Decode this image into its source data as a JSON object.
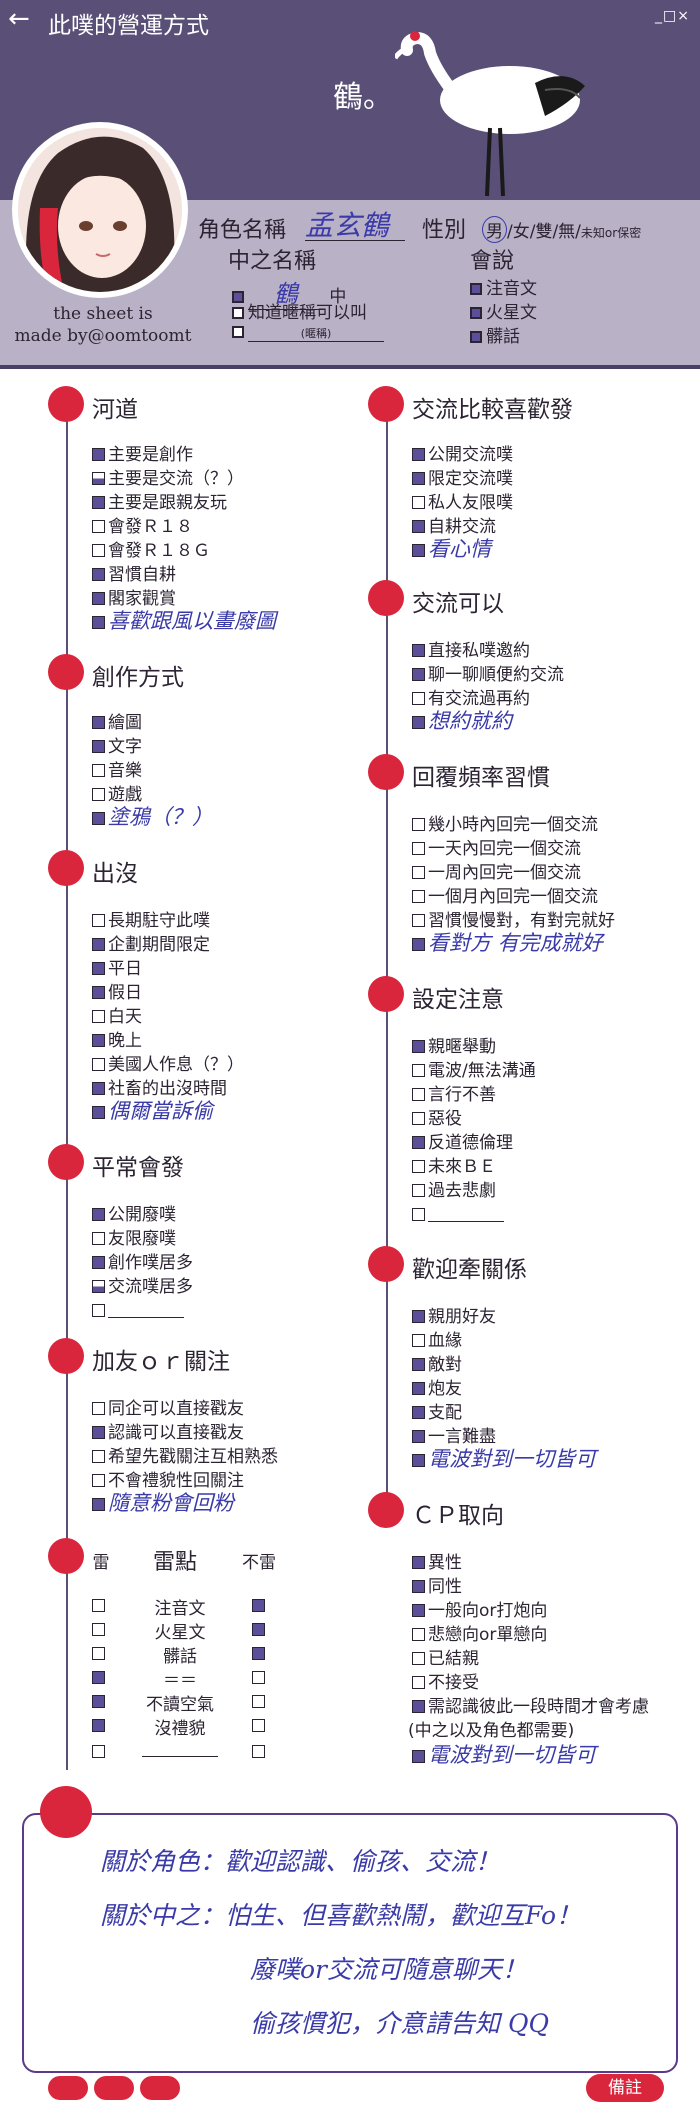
{
  "header": {
    "title": "此噗的營運方式",
    "window_controls": "_□×",
    "crane_label": "鶴。",
    "credit_line1": "the sheet is",
    "credit_line2": "made by@oomtoomt"
  },
  "profile": {
    "role_name_label": "角色名稱",
    "role_name_value": "孟玄鶴",
    "gender_label": "性別",
    "gender_options": [
      "男",
      "/女/雙/無/"
    ],
    "gender_unknown": "未知or保密",
    "chinese_name_label": "中之名稱",
    "cn_opt1_value": "鶴",
    "cn_opt1_suffix": "中",
    "cn_opt2": "知道暱稱可以叫",
    "cn_opt3_hint": "(暱稱)",
    "speak_label": "會說",
    "speak_options": [
      "注音文",
      "火星文",
      "髒話"
    ]
  },
  "left_sections": [
    {
      "title": "河道",
      "items": [
        "主要是創作",
        "主要是交流（？）",
        "主要是跟親友玩",
        "會發Ｒ１８",
        "會發Ｒ１８Ｇ",
        "習慣自耕",
        "閣家觀賞"
      ],
      "handwritten": "喜歡跟風以畫廢圖"
    },
    {
      "title": "創作方式",
      "items": [
        "繪圖",
        "文字",
        "音樂",
        "遊戲"
      ],
      "handwritten": "塗鴉（？）"
    },
    {
      "title": "出沒",
      "items": [
        "長期駐守此噗",
        "企劃期間限定",
        "平日",
        "假日",
        "白天",
        "晚上",
        "美國人作息（？）",
        "社畜的出沒時間"
      ],
      "handwritten": "偶爾當訴偷"
    },
    {
      "title": "平常會發",
      "items": [
        "公開廢噗",
        "友限廢噗",
        "創作噗居多",
        "交流噗居多"
      ]
    },
    {
      "title": "加友ｏｒ關注",
      "items": [
        "同企可以直接戳友",
        "認識可以直接戳友",
        "希望先戳關注互相熟悉",
        "不會禮貌性回關注"
      ],
      "handwritten": "隨意粉會回粉"
    }
  ],
  "thunder": {
    "col_left": "雷",
    "col_mid": "雷點",
    "col_right": "不雷",
    "rows": [
      "注音文",
      "火星文",
      "髒話",
      "＝＝",
      "不讀空氣",
      "沒禮貌"
    ]
  },
  "right_sections": [
    {
      "title": "交流比較喜歡發",
      "items": [
        "公開交流噗",
        "限定交流噗",
        "私人友限噗",
        "自耕交流"
      ],
      "handwritten": "看心情"
    },
    {
      "title": "交流可以",
      "items": [
        "直接私噗邀約",
        "聊一聊順便約交流",
        "有交流過再約"
      ],
      "handwritten": "想約就約"
    },
    {
      "title": "回覆頻率習慣",
      "items": [
        "幾小時內回完一個交流",
        "一天內回完一個交流",
        "一周內回完一個交流",
        "一個月內回完一個交流",
        "習慣慢慢對，有對完就好"
      ],
      "handwritten": "看對方 有完成就好"
    },
    {
      "title": "設定注意",
      "items": [
        "親暱舉動",
        "電波/無法溝通",
        "言行不善",
        "惡役",
        "反道德倫理",
        "未來ＢＥ",
        "過去悲劇"
      ]
    },
    {
      "title": "歡迎牽關係",
      "items": [
        "親朋好友",
        "血緣",
        "敵對",
        "炮友",
        "支配",
        "一言難盡"
      ],
      "handwritten": "電波對到一切皆可"
    },
    {
      "title": "ＣＰ取向",
      "items": [
        "異性",
        "同性",
        "一般向or打炮向",
        "悲戀向or單戀向",
        "已結親",
        "不接受",
        "需認識彼此一段時間才會考慮",
        "(中之以及角色都需要)"
      ],
      "handwritten": "電波對到一切皆可"
    }
  ],
  "notes": {
    "line1": "關於角色：歡迎認識、偷孩、交流！",
    "line2": "關於中之：怕生、但喜歡熱鬧，歡迎互Fo！",
    "line3": "廢噗or交流可隨意聊天！",
    "line4": "偷孩慣犯，介意請告知 QQ",
    "remark_button": "備註"
  },
  "colors": {
    "header": "#5a4f77",
    "accent": "#d9263c",
    "check": "#5b4f9a",
    "ink": "#3a3aa8"
  }
}
